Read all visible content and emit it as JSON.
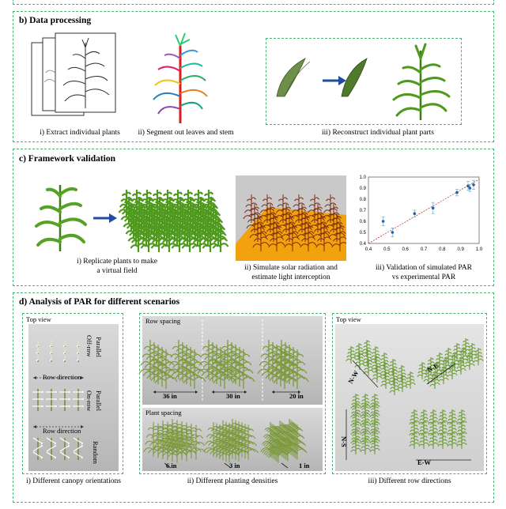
{
  "panel_b": {
    "title": "b) Data processing",
    "cap_i": "i) Extract individual plants",
    "cap_ii": "ii) Segment out leaves and stem",
    "cap_iii": "iii) Reconstruct individual plant parts"
  },
  "panel_c": {
    "title": "c) Framework validation",
    "cap_i_1": "i)     Replicate plants to make",
    "cap_i_2": "a virtual field",
    "cap_ii_1": "ii) Simulate solar radiation and",
    "cap_ii_2": "estimate light interception",
    "cap_iii_1": "iii) Validation of simulated PAR",
    "cap_iii_2": "vs experimental PAR"
  },
  "panel_d": {
    "title": "d) Analysis of PAR for different scenarios",
    "sub_i": {
      "top_view": "Top view",
      "offrow": "Off-row",
      "parallel1": "Parallel",
      "row_direction1": "Row direction",
      "onrow": "On-row",
      "parallel2": "Parallel",
      "row_direction2": "Row direction",
      "random": "Random",
      "caption": "i) Different canopy orientations"
    },
    "sub_ii": {
      "row_spacing": "Row spacing",
      "rs_36": "36 in",
      "rs_30": "30 in",
      "rs_20": "20 in",
      "plant_spacing": "Plant spacing",
      "ps_6": "6 in",
      "ps_3": "3 in",
      "ps_1": "1 in",
      "caption": "ii) Different planting densities"
    },
    "sub_iii": {
      "top_view": "Top view",
      "nw": "N-W",
      "ne": "N-E",
      "ns": "N-S",
      "ew": "E-W",
      "caption": "iii) Different row directions"
    }
  },
  "colors": {
    "dashed_border": "#4caf73",
    "plant_green": "#4f9a1e",
    "arrow_blue": "#1f4e9c",
    "sim_ground": "#f2a20c",
    "chart_point": "#2a5fa8",
    "chart_fit": "#c0392b"
  },
  "chart_data": {
    "type": "scatter",
    "x_ticks": [
      "0.4",
      "0.5",
      "0.6",
      "0.7",
      "0.8",
      "0.9",
      "1.0"
    ],
    "y_ticks": [
      "0.4",
      "0.5",
      "0.6",
      "0.7",
      "0.8",
      "0.9",
      "1.0"
    ],
    "xlim": [
      0.4,
      1.0
    ],
    "ylim": [
      0.4,
      1.0
    ],
    "points": [
      {
        "x": 0.48,
        "y": 0.6,
        "err": 0.04
      },
      {
        "x": 0.53,
        "y": 0.5,
        "err": 0.04
      },
      {
        "x": 0.65,
        "y": 0.67,
        "err": 0.03
      },
      {
        "x": 0.75,
        "y": 0.72,
        "err": 0.05
      },
      {
        "x": 0.88,
        "y": 0.86,
        "err": 0.03
      },
      {
        "x": 0.94,
        "y": 0.92,
        "err": 0.04
      },
      {
        "x": 0.95,
        "y": 0.9,
        "err": 0.03
      },
      {
        "x": 0.97,
        "y": 0.93,
        "err": 0.04
      }
    ],
    "fit_line": {
      "x": [
        0.4,
        1.0
      ],
      "y": [
        0.38,
        0.98
      ]
    },
    "grid": false
  }
}
